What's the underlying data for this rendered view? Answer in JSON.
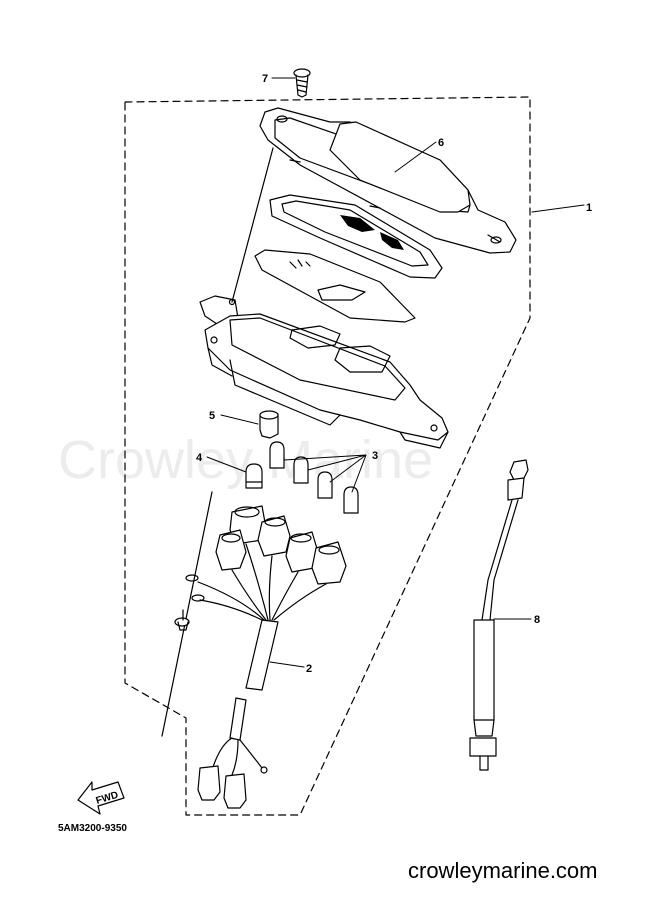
{
  "diagram": {
    "part_code": "5AM3200-9350",
    "watermark": "Crowley Marine",
    "website": "crowleymarine.com",
    "fwd_label": "FWD",
    "callouts": [
      "1",
      "2",
      "3",
      "4",
      "5",
      "6",
      "7",
      "8"
    ]
  }
}
